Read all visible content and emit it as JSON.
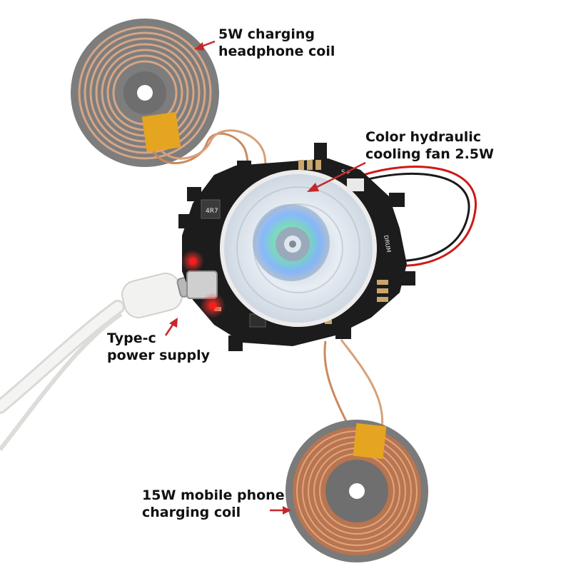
{
  "annotations": {
    "coil_5w": {
      "line1": "5W charging",
      "line2": "headphone coil"
    },
    "fan": {
      "line1": "Color hydraulic",
      "line2": "cooling fan 2.5W"
    },
    "typec": {
      "line1": "Type-c",
      "line2": "power supply"
    },
    "coil_15w": {
      "line1": "15W mobile phone",
      "line2": "charging coil"
    }
  },
  "board_markings": {
    "inductor": "4R7",
    "fan_label": "S+",
    "side_label": "DRUM"
  },
  "colors": {
    "arrow": "#c62828",
    "pcb": "#1c1c1c",
    "copper_wire": "#c98a5e",
    "coil_base": "#7a7a7a",
    "fan_disc": "#dfe6ee",
    "led_red": "#ff1a1a",
    "cable": "#f1f1ef",
    "tape": "#e5a521"
  }
}
